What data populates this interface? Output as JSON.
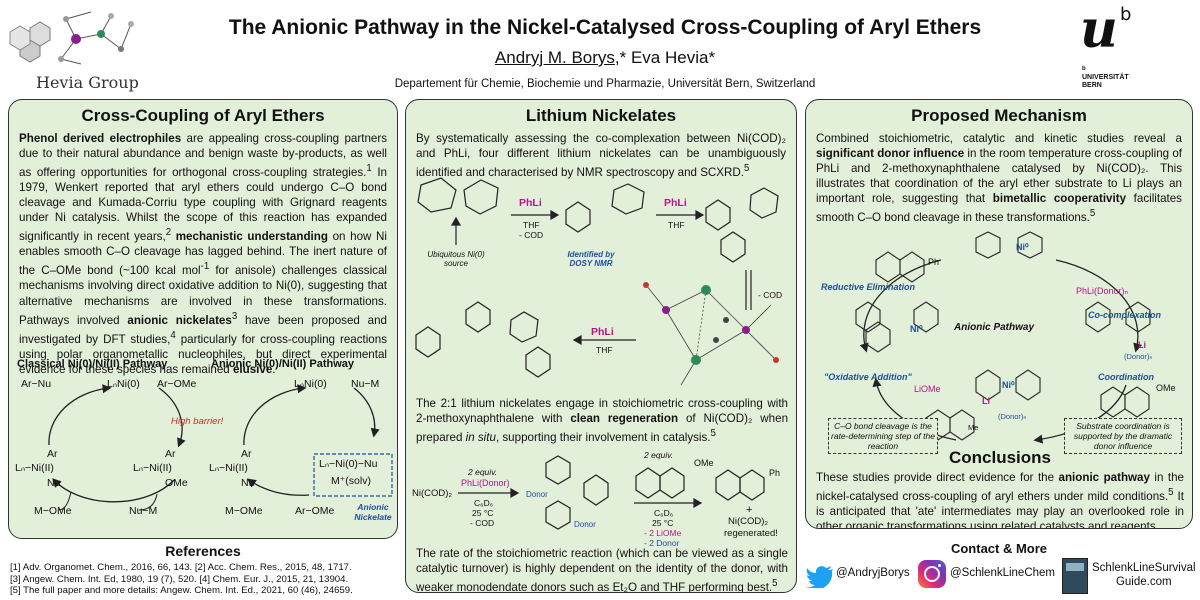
{
  "header": {
    "title": "The Anionic Pathway in the Nickel-Catalysed Cross-Coupling of Aryl Ethers",
    "author1": "Andryj M. Borys",
    "author1_suffix": ",*",
    "author2": " Eva Hevia*",
    "affiliation": "Departement für Chemie, Biochemie und Pharmazie, Universität Bern, Switzerland",
    "group_logo_text": "Hevia Group",
    "uni_logo_letter": "u",
    "uni_logo_sup": "b",
    "uni_small_b": "b",
    "uni_name_1": "UNIVERSITÄT",
    "uni_name_2": "BERN"
  },
  "panel1": {
    "title": "Cross-Coupling of Aryl Ethers",
    "p_bold1": "Phenol derived electrophiles",
    "p_text1": " are appealing cross-coupling partners due to their natural abundance and benign waste by-products, as well as offering opportunities for orthogonal cross-coupling strategies.",
    "p_sup1": "1",
    "p_text2": " In 1979, Wenkert reported that aryl ethers could undergo C–O bond cleavage and Kumada-Corriu type coupling with Grignard reagents under Ni catalysis. Whilst the scope of this reaction has expanded significantly in recent years,",
    "p_sup2": "2",
    "p_bold2": " mechanistic understanding",
    "p_text3": " on how Ni enables smooth C–O cleavage has lagged behind. The inert nature of the C–OMe bond (~100 kcal mol",
    "p_sup3": "-1",
    "p_text4": " for anisole) challenges classical mechanisms involving direct oxidative addition to Ni(0), suggesting that alternative mechanisms are involved in these transformations. Pathways involved",
    "p_bold3": " anionic nickelates",
    "p_sup4": "3",
    "p_text5": " have been proposed and investigated by DFT studies,",
    "p_sup5": "4",
    "p_text6": " particularly for cross-coupling reactions using polar organometallic nucleophiles, but direct experimental evidence for these species has remained ",
    "p_bold4": "elusive",
    "p_text7": ".",
    "classical_title": "Classical Ni(0)/Ni(II) Pathway",
    "anionic_title": "Anionic Ni(0)/Ni(II) Pathway",
    "c_top_left": "Ar−Nu",
    "c_top_mid": "LₙNi(0)",
    "c_top_right": "Ar−OMe",
    "c_barrier": "High barrier!",
    "c_left_ar": "Ar",
    "c_left_core": "Lₙ−Ni(II)",
    "c_left_nu": "Nu",
    "c_right_ar": "Ar",
    "c_right_core": "Lₙ−Ni(II)",
    "c_right_ome": "OMe",
    "c_bot_left": "M−OMe",
    "c_bot_right": "Nu−M",
    "a_top_mid": "LₙNi(0)",
    "a_top_right": "Nu−M",
    "a_left_ar": "Ar",
    "a_left_core": "Lₙ−Ni(II)",
    "a_left_nu": "Nu",
    "a_box_1": "Lₙ−Ni(0)−Nu",
    "a_box_2": "M⁺(solv)",
    "a_box_label": "Anionic Nickelate",
    "a_bot_left": "M−OMe",
    "a_bot_right": "Ar−OMe"
  },
  "panel2": {
    "title": "Lithium Nickelates",
    "intro": "By systematically assessing the co-complexation between Ni(COD)₂ and PhLi, four different lithium nickelates can be unambiguously identified and characterised by NMR spectroscopy and SCXRD.",
    "intro_sup": "5",
    "phli": "PhLi",
    "thf": "THF",
    "minus_cod": "- COD",
    "ubiquitous": "Ubiquitous Ni(0) source",
    "dosy": "Identified by DOSY NMR",
    "para2_a": "The 2:1 lithium nickelates engage in stoichiometric cross-coupling with 2-methoxynaphthalene with ",
    "para2_bold": "clean regeneration",
    "para2_b": " of Ni(COD)₂ when prepared ",
    "para2_i": "in situ",
    "para2_c": ", supporting their involvement in catalysis.",
    "para2_sup": "5",
    "s_start": "Ni(COD)₂",
    "s_equiv": "2 equiv.",
    "s_reagent": "PhLi(Donor)",
    "s_cond1": "C₆D₆",
    "s_cond2": "25 °C",
    "s_cond3": "- COD",
    "s_equiv2": "2 equiv.",
    "s_cond4": "C₆D₆",
    "s_cond5": "25 °C",
    "s_cond6": "- 2 LiOMe",
    "s_cond7": "- 2 Donor",
    "s_plus": "+",
    "s_prod2": "Ni(COD)₂",
    "s_regen": "regenerated!",
    "s_donor": "Donor",
    "s_ph": "Ph",
    "s_ome": "OMe",
    "para3": "The rate of the stoichiometric reaction (which can be viewed as a single catalytic turnover) is highly dependent on the identity of the donor, with weaker monodendate donors such as Et₂O and THF performing best.",
    "para3_sup": "5"
  },
  "panel3": {
    "title": "Proposed Mechanism",
    "p_a": "Combined stoichiometric, catalytic and kinetic studies reveal a ",
    "p_bold1": "significant donor influence",
    "p_b": " in the room temperature cross-coupling of PhLi and 2-methoxynaphthalene catalysed by Ni(COD)₂. This illustrates that coordination of the aryl ether substrate to Li plays an important role, suggesting that ",
    "p_bold2": "bimetallic cooperativity",
    "p_c": " facilitates smooth C–O bond cleavage in these transformations.",
    "p_sup": "5",
    "reductive": "Reductive Elimination",
    "cocomplex": "Co-complexation",
    "anionic": "Anionic Pathway",
    "oxadd": "\"Oxidative Addition\"",
    "coord": "Coordination",
    "phli_donor": "PhLi(Donor)ₙ",
    "lione": "LiOMe",
    "donor_n": "(Donor)ₙ",
    "ni0": "Ni⁰",
    "li": "Li",
    "ph": "Ph",
    "ome": "OMe",
    "me": "Me",
    "note_left": "C–O bond cleavage is the rate-determining step of the reaction",
    "note_right": "Substrate coordination is supported by the dramatic donor influence"
  },
  "conclusions": {
    "title": "Conclusions",
    "a": "These studies provide direct evidence for the ",
    "bold": "anionic pathway",
    "b": " in the nickel-catalysed cross-coupling of aryl ethers under mild conditions.",
    "sup": "5",
    "c": " It is anticipated that 'ate' intermediates may play an overlooked role in other organic transformations using related catalysts and reagents."
  },
  "references": {
    "title": "References",
    "items": [
      "[1] Adv. Organomet. Chem., 2016, 66, 143. [2] Acc. Chem. Res., 2015, 48, 1717.",
      "[3] Angew. Chem. Int. Ed, 1980, 19 (7), 520. [4] Chem. Eur. J., 2015, 21, 13904.",
      "[5] The full paper and more details: Angew. Chem. Int. Ed., 2021, 60 (46), 24659."
    ]
  },
  "contact": {
    "title": "Contact & More",
    "twitter": "@AndryjBorys",
    "instagram": "@SchlenkLineChem",
    "site_1": "SchlenkLineSurvival",
    "site_2": "Guide.com"
  },
  "colors": {
    "panel_bg": "#e2efd9",
    "li_magenta": "#c0108a",
    "ni_blue": "#1f4e9a",
    "twitter_blue": "#1da1f2"
  }
}
